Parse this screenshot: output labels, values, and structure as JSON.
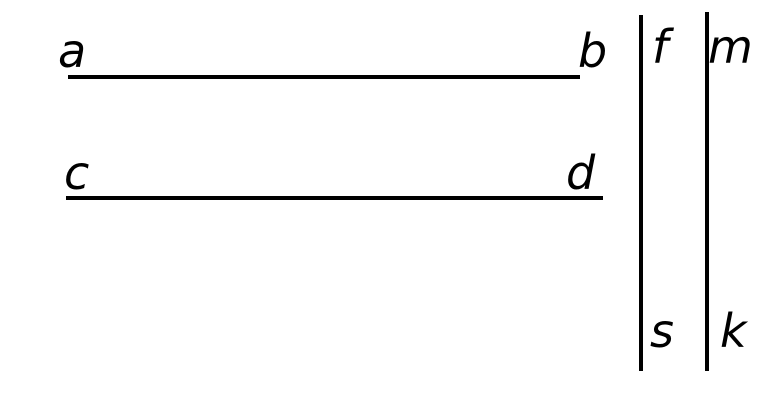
{
  "labels": {
    "a": "a",
    "b": "b",
    "c": "c",
    "d": "d",
    "f": "f",
    "m": "m",
    "s": "s",
    "k": "k"
  },
  "colors": {
    "stroke": "#000000",
    "background": "#ffffff"
  }
}
